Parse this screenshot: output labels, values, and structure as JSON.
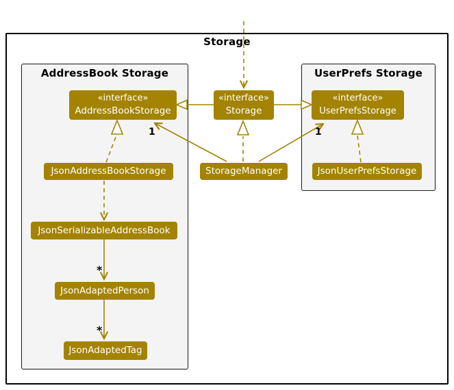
{
  "diagram": {
    "frame_title": "Storage",
    "packages": {
      "addressbook": {
        "title": "AddressBook Storage"
      },
      "userprefs": {
        "title": "UserPrefs Storage"
      }
    },
    "classes": {
      "addressBookStorage": {
        "stereotype": "«interface»",
        "name": "AddressBookStorage"
      },
      "storage": {
        "stereotype": "«interface»",
        "name": "Storage"
      },
      "userPrefsStorage": {
        "stereotype": "«interface»",
        "name": "UserPrefsStorage"
      },
      "jsonAddressBookStorage": {
        "name": "JsonAddressBookStorage"
      },
      "storageManager": {
        "name": "StorageManager"
      },
      "jsonUserPrefsStorage": {
        "name": "JsonUserPrefsStorage"
      },
      "jsonSerializableAddressBook": {
        "name": "JsonSerializableAddressBook"
      },
      "jsonAdaptedPerson": {
        "name": "JsonAdaptedPerson"
      },
      "jsonAdaptedTag": {
        "name": "JsonAdaptedTag"
      }
    },
    "multiplicities": {
      "manager_to_addressbook": "1",
      "manager_to_userprefs": "1",
      "serializable_to_person": "*",
      "person_to_tag": "*"
    },
    "colors": {
      "node_fill": "#A38300",
      "node_text": "#FFFFFF",
      "edge": "#A38300",
      "package_bg": "#F4F4F4"
    }
  }
}
